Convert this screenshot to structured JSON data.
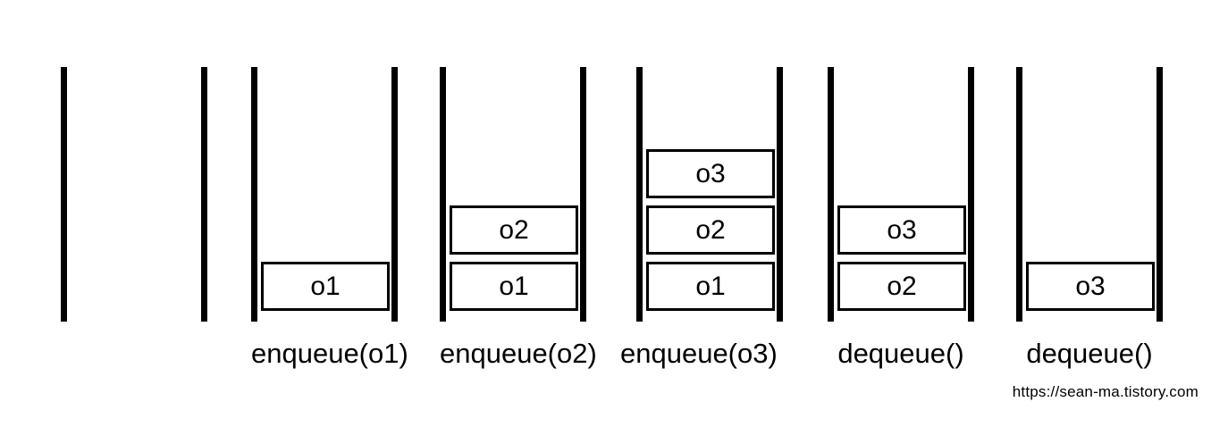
{
  "diagram": {
    "colors": {
      "ink": "#000000",
      "background": "#ffffff"
    },
    "states": [
      {
        "operation": "",
        "items": []
      },
      {
        "operation": "enqueue(o1)",
        "items": [
          "o1"
        ]
      },
      {
        "operation": "enqueue(o2)",
        "items": [
          "o1",
          "o2"
        ]
      },
      {
        "operation": "enqueue(o3)",
        "items": [
          "o1",
          "o2",
          "o3"
        ]
      },
      {
        "operation": "dequeue()",
        "items": [
          "o2",
          "o3"
        ]
      },
      {
        "operation": "dequeue()",
        "items": [
          "o3"
        ]
      }
    ]
  },
  "watermark": {
    "url_text": "https://sean-ma.tistory.com"
  }
}
